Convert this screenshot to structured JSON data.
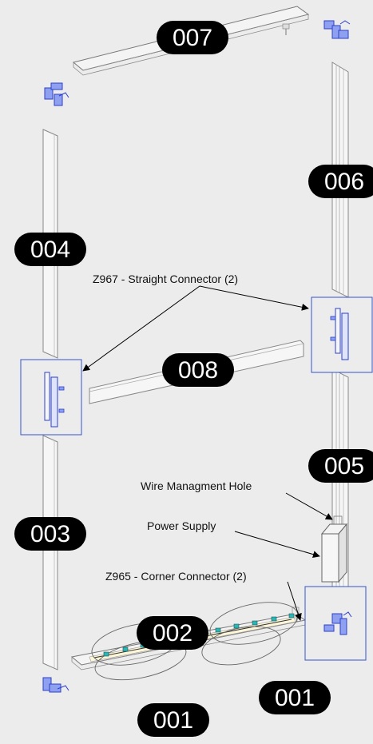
{
  "parts": {
    "p007": "007",
    "p006": "006",
    "p004": "004",
    "p008": "008",
    "p005": "005",
    "p003": "003",
    "p002": "002",
    "p001a": "001",
    "p001b": "001"
  },
  "callouts": {
    "straight_connector": "Z967 - Straight Connector (2)",
    "wire_hole": "Wire Managment Hole",
    "power_supply": "Power Supply",
    "corner_connector": "Z965 - Corner Connector (2)"
  },
  "colors": {
    "background": "#ececec",
    "label_badge": "#000000",
    "detail_box": "#3355cc",
    "connector": "#2a3fd0",
    "led": "#2bb5b5"
  }
}
